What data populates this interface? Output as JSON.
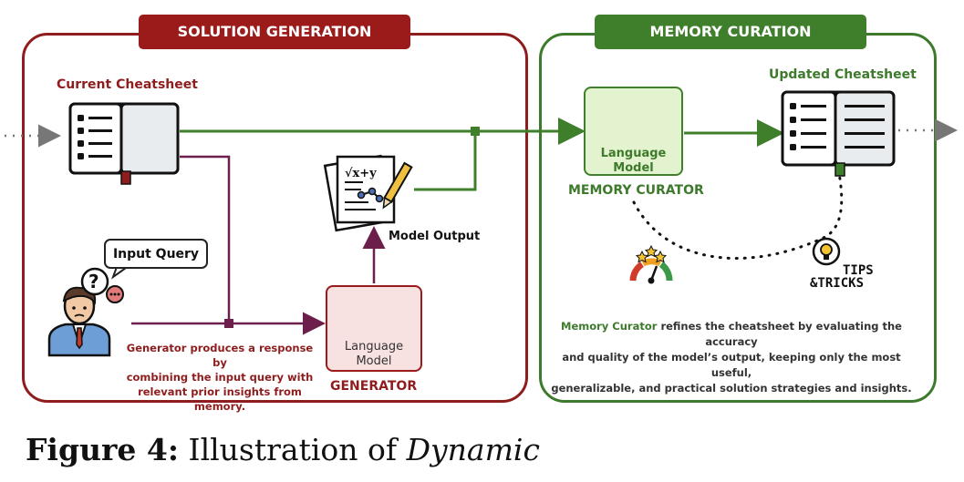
{
  "left_panel": {
    "banner": "SOLUTION GENERATION",
    "current_cheatsheet_label": "Current Cheatsheet",
    "input_query_label": "Input Query",
    "model_output_label": "Model Output",
    "generator_box_line1": "Language",
    "generator_box_line2": "Model",
    "generator_label": "GENERATOR",
    "description_bold": "Generator",
    "description_line1_rest": " produces a response by",
    "description_line2": "combining the input query with",
    "description_line3": "relevant prior insights from memory."
  },
  "right_panel": {
    "banner": "MEMORY CURATION",
    "updated_cheatsheet_label": "Updated Cheatsheet",
    "curator_box_line1": "Language",
    "curator_box_line2": "Model",
    "curator_label": "MEMORY CURATOR",
    "tips_line1": "TIPS",
    "tips_line2": "&TRICKS",
    "description_bold": "Memory Curator",
    "description_line1_rest": " refines the cheatsheet by evaluating the accuracy",
    "description_line2": "and quality of the model’s output, keeping only the most useful,",
    "description_line3": "generalizable, and practical solution strategies and insights."
  },
  "formula_label": "√x+y",
  "caption": {
    "figure": "Figure 4:",
    "text": " Illustration of ",
    "italic": "Dynamic"
  },
  "colors": {
    "red": "#9b1a1a",
    "green": "#3f7f2b",
    "purple": "#6b1f4a",
    "gray": "#777777"
  }
}
